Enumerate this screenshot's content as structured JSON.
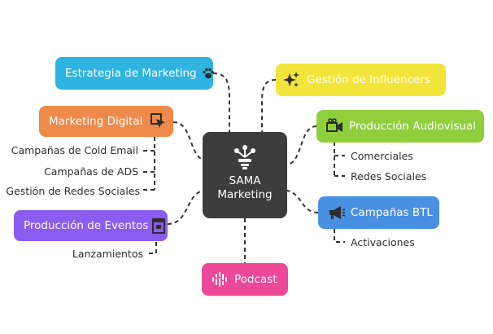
{
  "center": {
    "line1": "SAMA",
    "line2": "Marketing",
    "color": "#3d3d3d",
    "icon": "network-funnel-icon"
  },
  "nodes": {
    "estrategia": {
      "label": "Estrategia de Marketing",
      "color": "#2fb3e0",
      "text_color": "#ffffff",
      "icon": "paw-icon"
    },
    "digital": {
      "label": "Marketing Digital",
      "color": "#ef8a4a",
      "text_color": "#ffffff",
      "icon": "cursor-click-icon"
    },
    "eventos": {
      "label": "Producción de Eventos",
      "color": "#8b5cf0",
      "text_color": "#ffffff",
      "icon": "ticket-booth-icon"
    },
    "podcast": {
      "label": "Podcast",
      "color": "#ec4899",
      "text_color": "#ffffff",
      "icon": "audio-wave-icon"
    },
    "influencers": {
      "label": "Gestión de Influencers",
      "color": "#f3e43c",
      "text_color": "#ffffff",
      "icon": "sparkles-icon"
    },
    "audiovisual": {
      "label": "Producción Audiovisual",
      "color": "#8fcf3c",
      "text_color": "#ffffff",
      "icon": "video-camera-icon"
    },
    "btl": {
      "label": "Campañas BTL",
      "color": "#4a90e2",
      "text_color": "#ffffff",
      "icon": "megaphone-icon"
    }
  },
  "leaves": {
    "digital": [
      "Campañas de Cold Email",
      "Campañas de ADS",
      "Gestión de Redes Sociales"
    ],
    "eventos": [
      "Lanzamientos"
    ],
    "audiovisual": [
      "Comerciales",
      "Redes Sociales"
    ],
    "btl": [
      "Activaciones"
    ]
  }
}
